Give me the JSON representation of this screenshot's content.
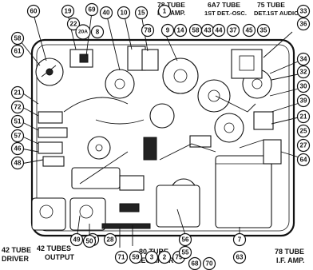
{
  "tube_labels": {
    "rf_amp_line1": "78 TUBE",
    "rf_amp_line2": "R.F. AMP.",
    "det_osc_line1": "6A7 TUBE",
    "det_osc_line2": "1ST DET.-OSC.",
    "det_audio_line1": "75 TUBE",
    "det_audio_line2": "DET.1ST AUDIO",
    "driver_line1": "42 TUBE",
    "driver_line2": "DRIVER",
    "output_line1": "42 TUBES",
    "output_line2": "OUTPUT",
    "rectifier_line1": "80 TUBE",
    "rectifier_line2": "RECTIFIER",
    "if_amp_line1": "78 TUBE",
    "if_amp_line2": "I.F. AMP."
  },
  "callouts": [
    "60",
    "19",
    "22",
    "69",
    "20A",
    "8",
    "40",
    "10",
    "15",
    "1",
    "78",
    "9",
    "14",
    "58",
    "43",
    "44",
    "37",
    "45",
    "35",
    "33",
    "36",
    "58",
    "61",
    "34",
    "32",
    "30",
    "39",
    "21",
    "72",
    "51",
    "57",
    "46",
    "48",
    "21",
    "25",
    "27",
    "64",
    "47",
    "28",
    "71",
    "59",
    "3",
    "2",
    "79",
    "49",
    "50",
    "56",
    "55",
    "68",
    "70",
    "7",
    "63"
  ]
}
